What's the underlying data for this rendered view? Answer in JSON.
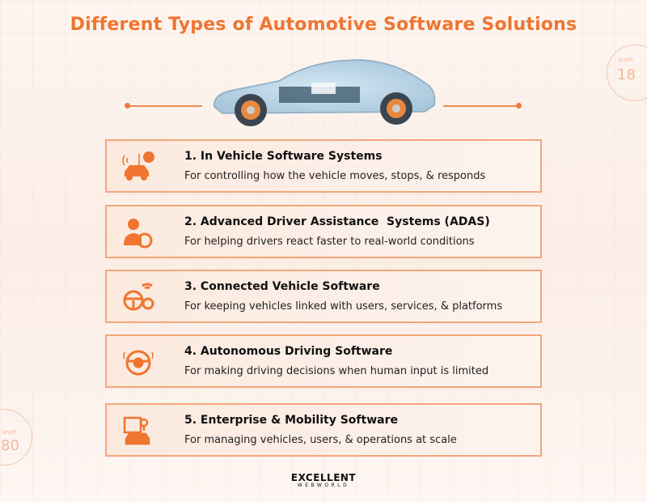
{
  "title": "Different Types of Automotive Software Solutions",
  "accent": "#ef7530",
  "items": [
    {
      "heading": "1. In Vehicle Software Systems",
      "desc": "For controlling how the vehicle moves, stops, & responds",
      "icon": "connected-car-icon"
    },
    {
      "heading": "2. Advanced Driver Assistance  Systems (ADAS)",
      "desc": "For helping drivers react faster to real-world conditions",
      "icon": "driver-steering-icon"
    },
    {
      "heading": "3. Connected Vehicle Software",
      "desc": "For keeping vehicles linked with users, services, & platforms",
      "icon": "steering-wifi-gear-icon"
    },
    {
      "heading": "4. Autonomous Driving Software",
      "desc": "For making driving decisions when human input is limited",
      "icon": "autonomous-steering-icon"
    },
    {
      "heading": "5. Enterprise & Mobility Software",
      "desc": "For managing vehicles, users, & operations at scale",
      "icon": "fleet-map-icon"
    }
  ],
  "decor": {
    "gauge_right": "18",
    "gauge_left": "80",
    "unit": "km/h"
  },
  "logo": {
    "line1": "EXCELLENT",
    "line2": "WEBWORLD"
  }
}
